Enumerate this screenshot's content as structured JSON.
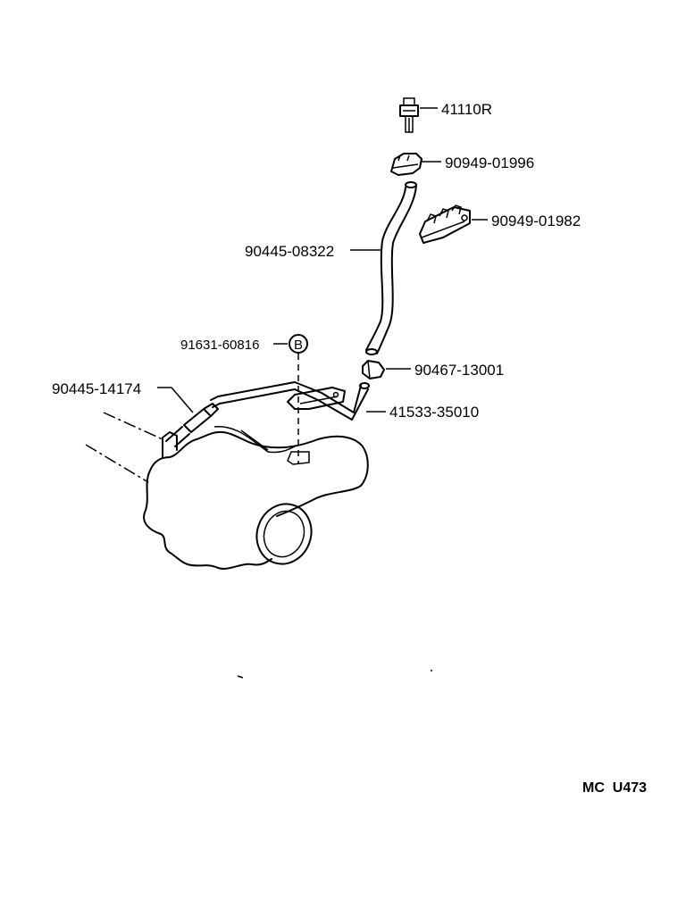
{
  "parts": [
    {
      "id": "41110R",
      "label": "41110R"
    },
    {
      "id": "90949-01996",
      "label": "90949-01996"
    },
    {
      "id": "90949-01982",
      "label": "90949-01982"
    },
    {
      "id": "90445-08322",
      "label": "90445-08322"
    },
    {
      "id": "91631-60816",
      "label": "91631-60816",
      "callout": "B"
    },
    {
      "id": "90467-13001",
      "label": "90467-13001"
    },
    {
      "id": "90445-14174",
      "label": "90445-14174"
    },
    {
      "id": "41533-35010",
      "label": "41533-35010"
    }
  ],
  "diagram_code": "MC  U473"
}
